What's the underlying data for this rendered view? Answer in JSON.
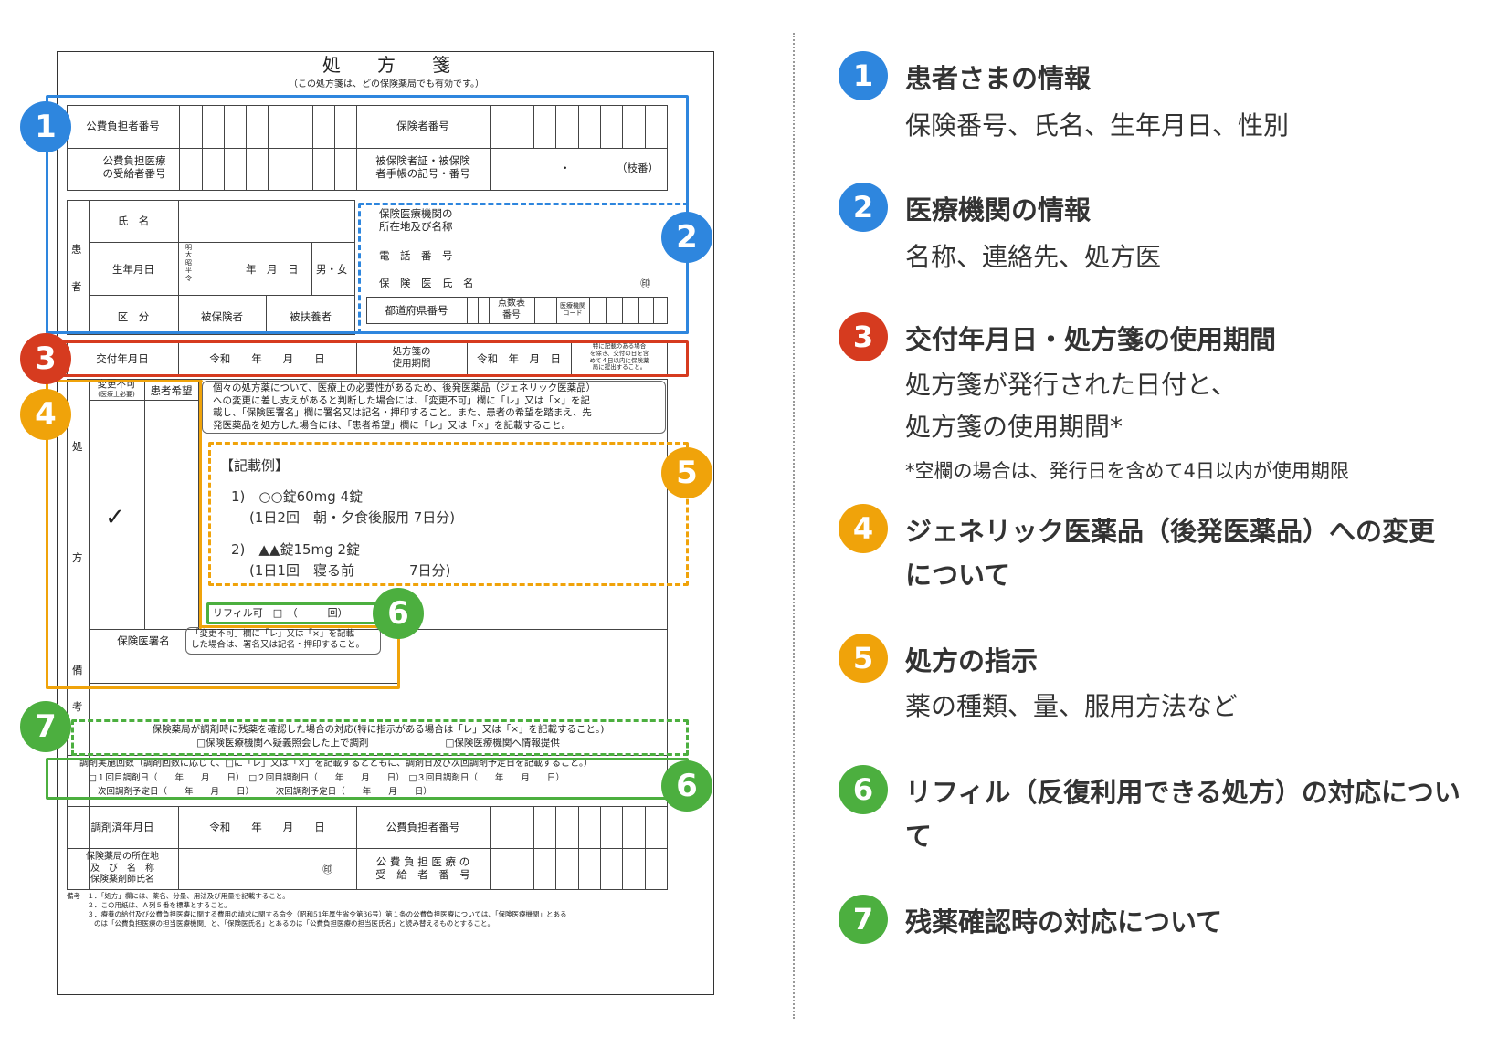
{
  "colors": {
    "blue": "#2e86de",
    "red": "#d63b1f",
    "orange": "#f0a30a",
    "green": "#4caf3f"
  },
  "form": {
    "title": "処　　方　　箋",
    "subtitle": "（この処方箋は、どの保険薬局でも有効です。）",
    "payer_number": "公費負担者番号",
    "insurer_number": "保険者番号",
    "recipient_number": "公費負担医療\nの受給者番号",
    "insured_card": "被保険者証・被保険\n者手帳の記号・番号",
    "dot": "・",
    "branch": "（枝番）",
    "patient_vertical": "患\n\n者",
    "name_label": "氏　名",
    "birth_label": "生年月日",
    "era_list": "明\n大\n昭\n平\n令",
    "ymd": "年　月　日",
    "sex": "男・女",
    "category_label": "区　分",
    "insured": "被保険者",
    "dependent": "被扶養者",
    "clinic_address": "保険医療機関の\n所在地及び名称",
    "phone": "電　話　番　号",
    "doctor_name": "保　険　医　氏　名",
    "seal": "㊞",
    "prefecture": "都道府県番号",
    "point_table": "点数表\n番号",
    "clinic_code": "医療機関\nコード",
    "issue_date_label": "交付年月日",
    "issue_date_value": "令和　　年　　月　　日",
    "validity_label": "処方箋の\n使用期間",
    "validity_value": "令和　年　月　日",
    "validity_note": "特に記載のある場合\nを除き、交付の日を含\nめて４日以内に保険薬\n局に提出すること。",
    "no_change": "変更不可",
    "no_change_sub": "(医療上必要)",
    "patient_wish": "患者希望",
    "generic_note": "個々の処方薬について、医療上の必要性があるため、後発医薬品（ジェネリック医薬品）\nへの変更に差し支えがあると判断した場合には、「変更不可」欄に「レ」又は「×」を記\n載し、「保険医署名」欄に署名又は記名・押印すること。また、患者の希望を踏まえ、先\n発医薬品を処方した場合には、「患者希望」欄に「レ」又は「×」を記載すること。",
    "rx_vertical_1": "処",
    "rx_vertical_2": "方",
    "check_mark": "✓",
    "example_title": "【記載例】",
    "example_1_line1": "1)　○○錠60mg 4錠",
    "example_1_line2": "(1日2回　朝・夕食後服用 7日分)",
    "example_2_line1": "2)　▲▲錠15mg 2錠",
    "example_2_line2": "(1日1回　寝る前　　　　7日分)",
    "refill": "リフィル可　□　（　　　回）",
    "doctor_sign": "保険医署名",
    "sign_note": "「変更不可」欄に「レ」又は「×」を記載\nした場合は、署名又は記名・押印すること。",
    "remarks_1": "備",
    "remarks_2": "考",
    "leftover_line1": "保険薬局が調剤時に残薬を確認した場合の対応(特に指示がある場合は「レ」又は「×」を記載すること。)",
    "leftover_line2": "□保険医療機関へ疑義照会した上で調剤　　　　　　　　□保険医療機関へ情報提供",
    "dispense_line1": "調剤実施回数（調剤回数に応じて、□に「レ」又は「×」を記載するとともに、調剤日及び次回調剤予定日を記載すること。）",
    "dispense_line2": "□１回目調剤日（　　年　　月　　日）　□２回目調剤日（　　年　　月　　日）　□３回目調剤日（　　年　　月　　日）",
    "dispense_line3": "次回調剤予定日（　　年　　月　　日）　　　次回調剤予定日（　　年　　月　　日）",
    "dispensed_date": "調剤済年月日",
    "dispensed_value": "令和　　年　　月　　日",
    "payer_number_2": "公費負担者番号",
    "pharmacy_label": "保険薬局の所在地\n及　び　名　称\n保険薬剤師氏名",
    "pharmacy_seal": "㊞",
    "recipient_number_2": "公 費 負 担 医 療 の\n受　給　者　番　号",
    "footnote": "備考　１．「処方」欄には、薬名、分量、用法及び用量を記載すること。\n　　　２．この用紙は、Ａ列５番を標準とすること。\n　　　３．療養の給付及び公費負担医療に関する費用の請求に関する命令（昭和51年厚生省令第36号）第１条の公費負担医療については、「保険医療機関」とある\n　　　　のは「公費負担医療の担当医療機関」と、「保険医氏名」とあるのは「公費負担医療の担当医氏名」と読み替えるものとすること。"
  },
  "badges": [
    "1",
    "2",
    "3",
    "4",
    "5",
    "6",
    "6",
    "7"
  ],
  "legend": [
    {
      "number": "1",
      "title": "患者さまの情報",
      "desc": "保険番号、氏名、生年月日、性別"
    },
    {
      "number": "2",
      "title": "医療機関の情報",
      "desc": "名称、連絡先、処方医"
    },
    {
      "number": "3",
      "title": "交付年月日・処方箋の使用期間",
      "desc_line1": "処方箋が発行された日付と、",
      "desc_line2": "処方箋の使用期間*",
      "note": "*空欄の場合は、発行日を含めて4日以内が使用期限"
    },
    {
      "number": "4",
      "title": "ジェネリック医薬品（後発医薬品）への変更について"
    },
    {
      "number": "5",
      "title": "処方の指示",
      "desc": "薬の種類、量、服用方法など"
    },
    {
      "number": "6",
      "title": "リフィル（反復利用できる処方）の対応について"
    },
    {
      "number": "7",
      "title": "残薬確認時の対応について"
    }
  ]
}
